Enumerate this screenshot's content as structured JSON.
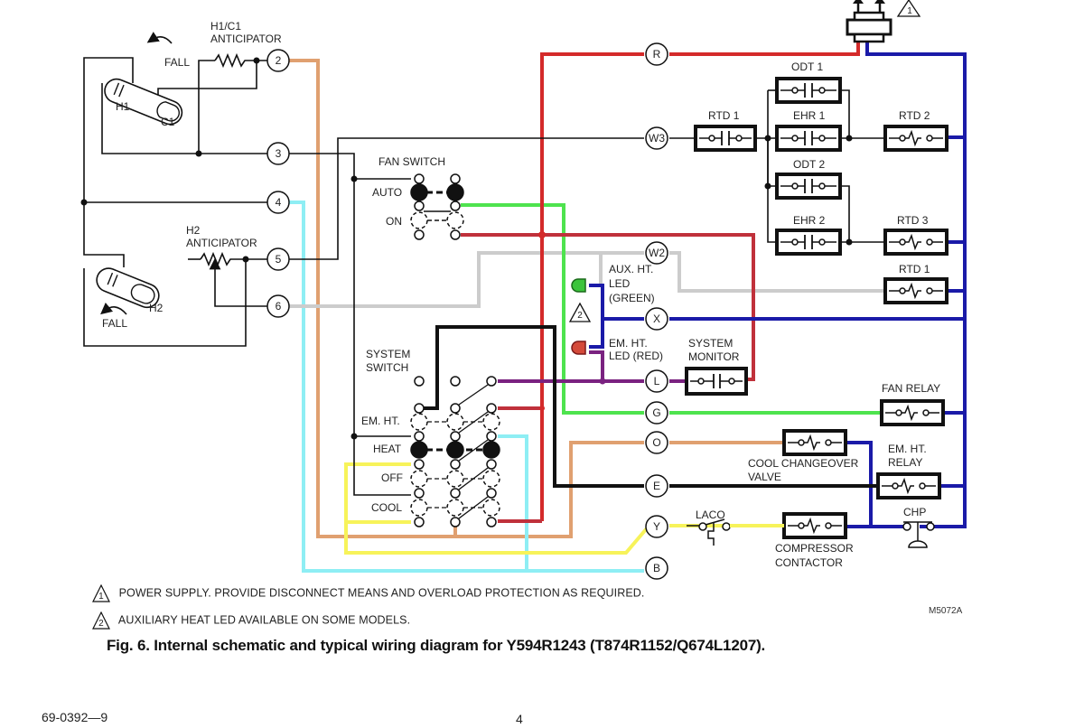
{
  "colors": {
    "red": "#d42a2a",
    "dark_red": "#c0313b",
    "orange": "#e0a070",
    "green": "#4ee34e",
    "cyan": "#8eeef4",
    "gray": "#cccccc",
    "yellow": "#f7f35a",
    "blue": "#1a1aa8",
    "purple": "#7a2280",
    "black": "#111111"
  },
  "labels": {
    "h1c1_anticipator": [
      "H1/C1",
      "ANTICIPATOR"
    ],
    "fall_top": "FALL",
    "h1": "H1",
    "c1": "C1",
    "h2_anticipator": [
      "H2",
      "ANTICIPATOR"
    ],
    "h2": "H2",
    "fall_bottom": "FALL",
    "fan_switch": "FAN SWITCH",
    "fan_auto": "AUTO",
    "fan_on": "ON",
    "system_switch": [
      "SYSTEM",
      "SWITCH"
    ],
    "sys_em_ht": "EM. HT.",
    "sys_heat": "HEAT",
    "sys_off": "OFF",
    "sys_cool": "COOL",
    "aux_ht_led": [
      "AUX. HT.",
      "LED",
      "(GREEN)"
    ],
    "em_ht_led": [
      "EM. HT.",
      "LED (RED)"
    ],
    "system_monitor": [
      "SYSTEM",
      "MONITOR"
    ],
    "odt1": "ODT 1",
    "rtd1_top": "RTD 1",
    "ehr1": "EHR 1",
    "rtd2": "RTD 2",
    "odt2": "ODT 2",
    "ehr2": "EHR 2",
    "rtd3": "RTD 3",
    "rtd1_bottom": "RTD 1",
    "fan_relay": "FAN RELAY",
    "cool_changeover": [
      "COOL CHANGEOVER",
      "VALVE"
    ],
    "em_ht_relay": [
      "EM. HT.",
      "RELAY"
    ],
    "laco": "LACO",
    "chp": "CHP",
    "compressor_contactor": [
      "COMPRESSOR",
      "CONTACTOR"
    ],
    "warning_1": "1",
    "warning_2": "2"
  },
  "terminals": {
    "t2": "2",
    "t3": "3",
    "t4": "4",
    "t5": "5",
    "t6": "6",
    "R": "R",
    "W3": "W3",
    "W2": "W2",
    "X": "X",
    "L": "L",
    "G": "G",
    "O": "O",
    "E": "E",
    "Y": "Y",
    "B": "B"
  },
  "notes": [
    {
      "num": "1",
      "text": "POWER SUPPLY. PROVIDE DISCONNECT MEANS AND OVERLOAD PROTECTION AS REQUIRED."
    },
    {
      "num": "2",
      "text": "AUXILIARY HEAT LED AVAILABLE ON SOME MODELS."
    }
  ],
  "figure_id": "M5072A",
  "caption": "Fig. 6. Internal schematic and typical wiring diagram for Y594R1243 (T874R1152/Q674L1207).",
  "footer": {
    "doc_number": "69-0392—9",
    "page_number": "4"
  }
}
